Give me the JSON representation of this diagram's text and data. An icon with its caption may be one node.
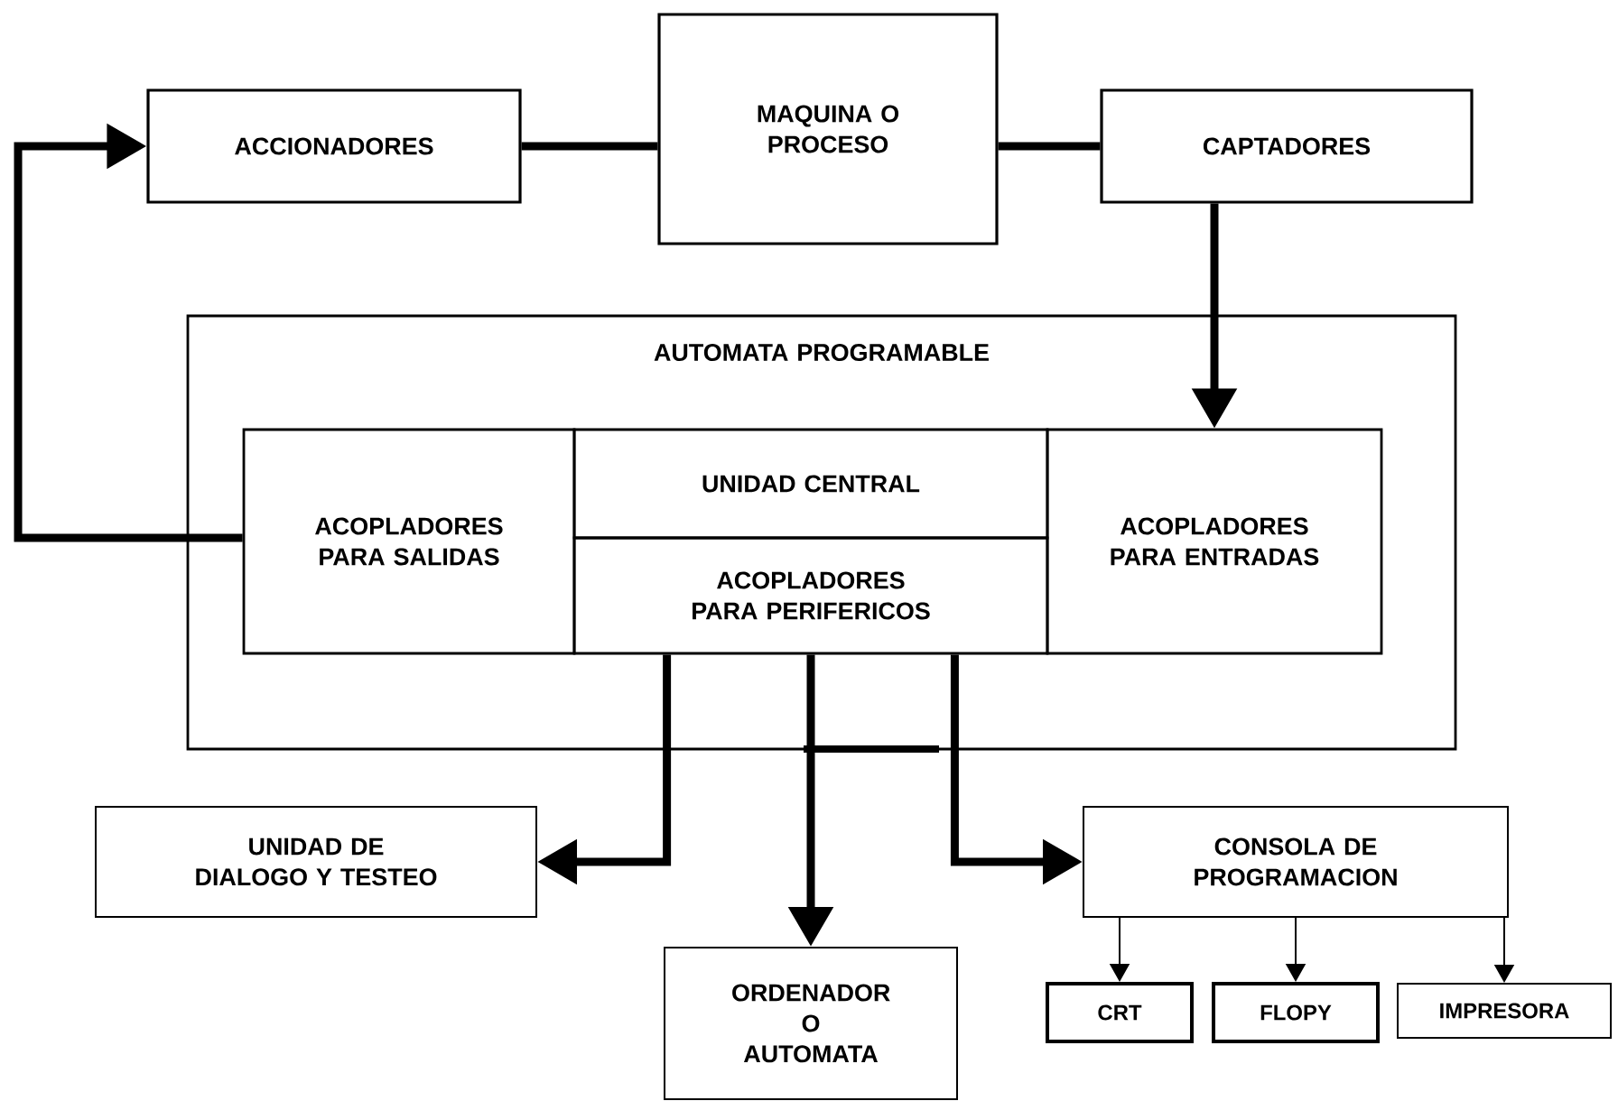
{
  "diagram": {
    "nodes": [
      {
        "text": [
          "ACCIONADORES"
        ]
      },
      {
        "text": [
          "MAQUINA O PROCESO"
        ]
      },
      {
        "text": [
          "CAPTADORES"
        ]
      },
      {
        "text": [
          "AUTOMATA PROGRAMABLE"
        ]
      },
      {
        "text": [
          "ACOPLADORES PARA SALIDAS"
        ],
        "in": 3
      },
      {
        "text": [
          "UNIDAD CENTRAL"
        ],
        "in": 3
      },
      {
        "text": [
          "ACOPLADORES PARA PERIFERICOS"
        ],
        "in": 3
      },
      {
        "text": [
          "ACOPLADORES PARA ENTRADAS"
        ],
        "in": 3
      },
      {
        "text": [
          "UNIDAD DE DIALOGO Y TESTEO"
        ]
      },
      {
        "text": [
          "ORDENADOR O AUTOMATA"
        ]
      },
      {
        "text": [
          "CONSOLA DE PROGRAMACION"
        ]
      },
      {
        "text": [
          "CRT"
        ]
      },
      {
        "text": [
          "FLOPY"
        ]
      },
      {
        "text": [
          "IMPRESORA"
        ]
      }
    ],
    "edges": [
      {
        "from": 0,
        "to": 1,
        "arrow": "none"
      },
      {
        "from": 1,
        "to": 2,
        "arrow": "none"
      },
      {
        "from": 2,
        "to": 7,
        "arrow": "to"
      },
      {
        "from": 4,
        "to": 0,
        "arrow": "to"
      },
      {
        "from": 6,
        "to": 8,
        "arrow": "to"
      },
      {
        "from": 6,
        "to": 9,
        "arrow": "to"
      },
      {
        "from": 6,
        "to": 10,
        "arrow": "to"
      },
      {
        "from": 10,
        "to": 11,
        "arrow": "to"
      },
      {
        "from": 10,
        "to": 12,
        "arrow": "to"
      },
      {
        "from": 10,
        "to": 13,
        "arrow": "to"
      }
    ]
  }
}
